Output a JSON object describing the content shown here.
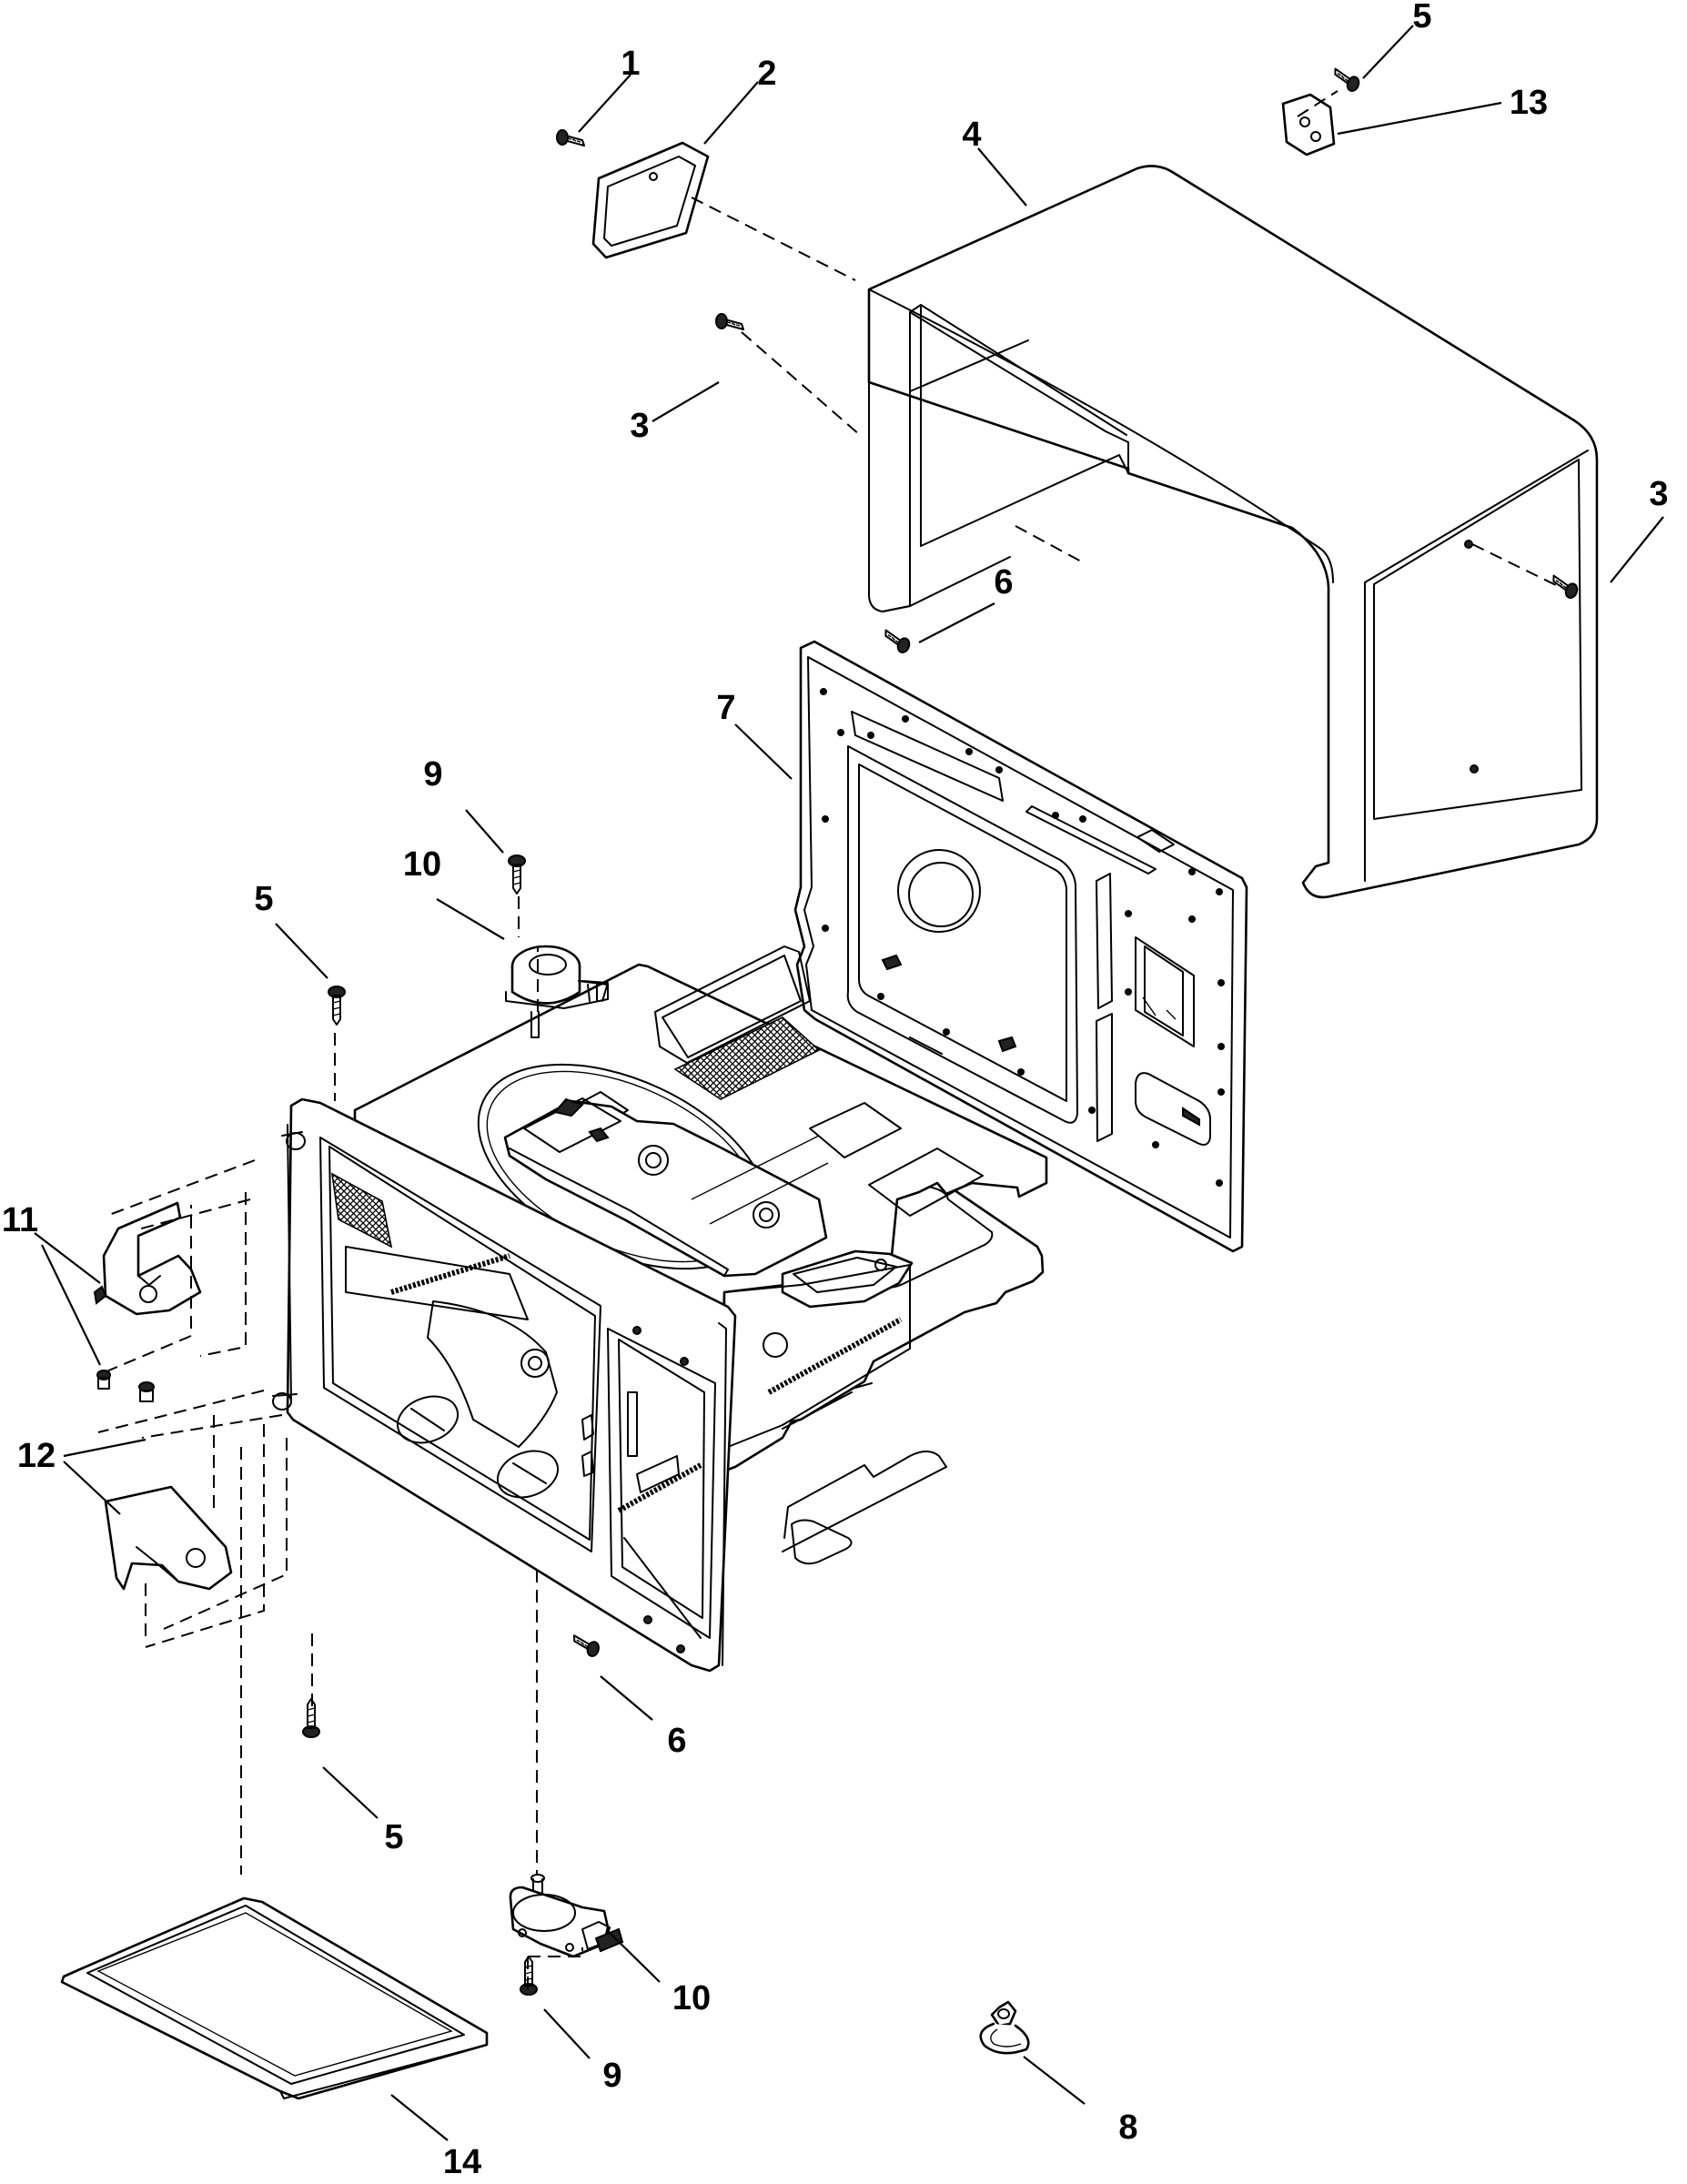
{
  "diagram": {
    "callouts": [
      {
        "id": "c1",
        "label": "1"
      },
      {
        "id": "c2",
        "label": "2"
      },
      {
        "id": "c3a",
        "label": "3"
      },
      {
        "id": "c3b",
        "label": "3"
      },
      {
        "id": "c4",
        "label": "4"
      },
      {
        "id": "c5a",
        "label": "5"
      },
      {
        "id": "c5b",
        "label": "5"
      },
      {
        "id": "c5c",
        "label": "5"
      },
      {
        "id": "c6a",
        "label": "6"
      },
      {
        "id": "c6b",
        "label": "6"
      },
      {
        "id": "c7",
        "label": "7"
      },
      {
        "id": "c8",
        "label": "8"
      },
      {
        "id": "c9a",
        "label": "9"
      },
      {
        "id": "c9b",
        "label": "9"
      },
      {
        "id": "c10a",
        "label": "10"
      },
      {
        "id": "c10b",
        "label": "10"
      },
      {
        "id": "c11",
        "label": "11"
      },
      {
        "id": "c12",
        "label": "12"
      },
      {
        "id": "c13",
        "label": "13"
      },
      {
        "id": "c14",
        "label": "14"
      }
    ]
  }
}
